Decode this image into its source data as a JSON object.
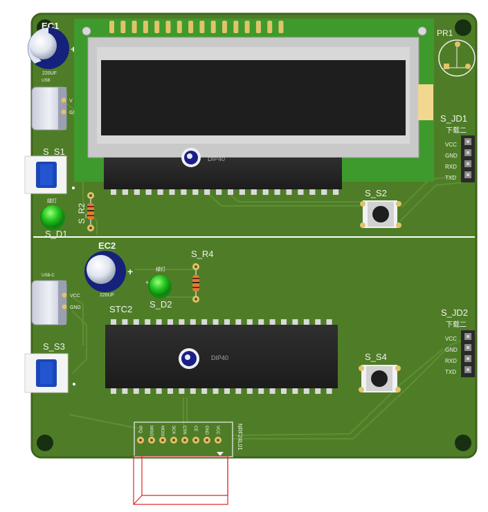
{
  "board": {
    "colors": {
      "board": "#4f7d27",
      "board_edge": "#3d651c",
      "trace": "#5d8c32",
      "silk": "#f2f2f2",
      "lcd_pcb": "#3e9a2c",
      "lcd_frame": "#c9c9c9",
      "lcd_screen": "#1e1e1e",
      "chip": "#262626",
      "pad_gold": "#e2c26a",
      "cap_blue": "#16217c",
      "led_green": "#1fc21f",
      "resistor": "#d98032",
      "outline_red": "#e02525",
      "divider": "#ffffff"
    },
    "top_section": {
      "ec1": {
        "label": "EC1",
        "value": "220UF"
      },
      "usb1_label": "USB",
      "usb1_pins": [
        "V",
        "GND"
      ],
      "s_s1": "S_S1",
      "s_d1": {
        "label": "S_D1",
        "note": "绿灯"
      },
      "s_r2": "S_R2",
      "lcd_text": "DIP40",
      "pr1": "PR1",
      "s_jd1": {
        "label": "S_JD1",
        "sub": "下载二",
        "pins": [
          "VCC",
          "GND",
          "RXD",
          "TXD"
        ]
      },
      "s_s2": "S_S2"
    },
    "bottom_section": {
      "ec2": {
        "label": "EC2",
        "value": "220UF"
      },
      "usb2_label": "USB-C",
      "usb2_pins": [
        "VCC",
        "GND"
      ],
      "s_r4": "S_R4",
      "s_d2": {
        "label": "S_D2",
        "note": "绿灯"
      },
      "stc2": {
        "label": "STC2",
        "chip_text": "DIP40"
      },
      "s_s3": "S_S3",
      "s_s4": "S_S4",
      "s_jd2": {
        "label": "S_JD2",
        "sub": "下载二",
        "pins": [
          "VCC",
          "GND",
          "RXD",
          "TXD"
        ]
      },
      "header": {
        "label": "NRF24L01",
        "pins": [
          "IRQ",
          "MISO",
          "MOSI",
          "SCK",
          "CSN",
          "CE",
          "GND",
          "VCC"
        ]
      }
    }
  }
}
